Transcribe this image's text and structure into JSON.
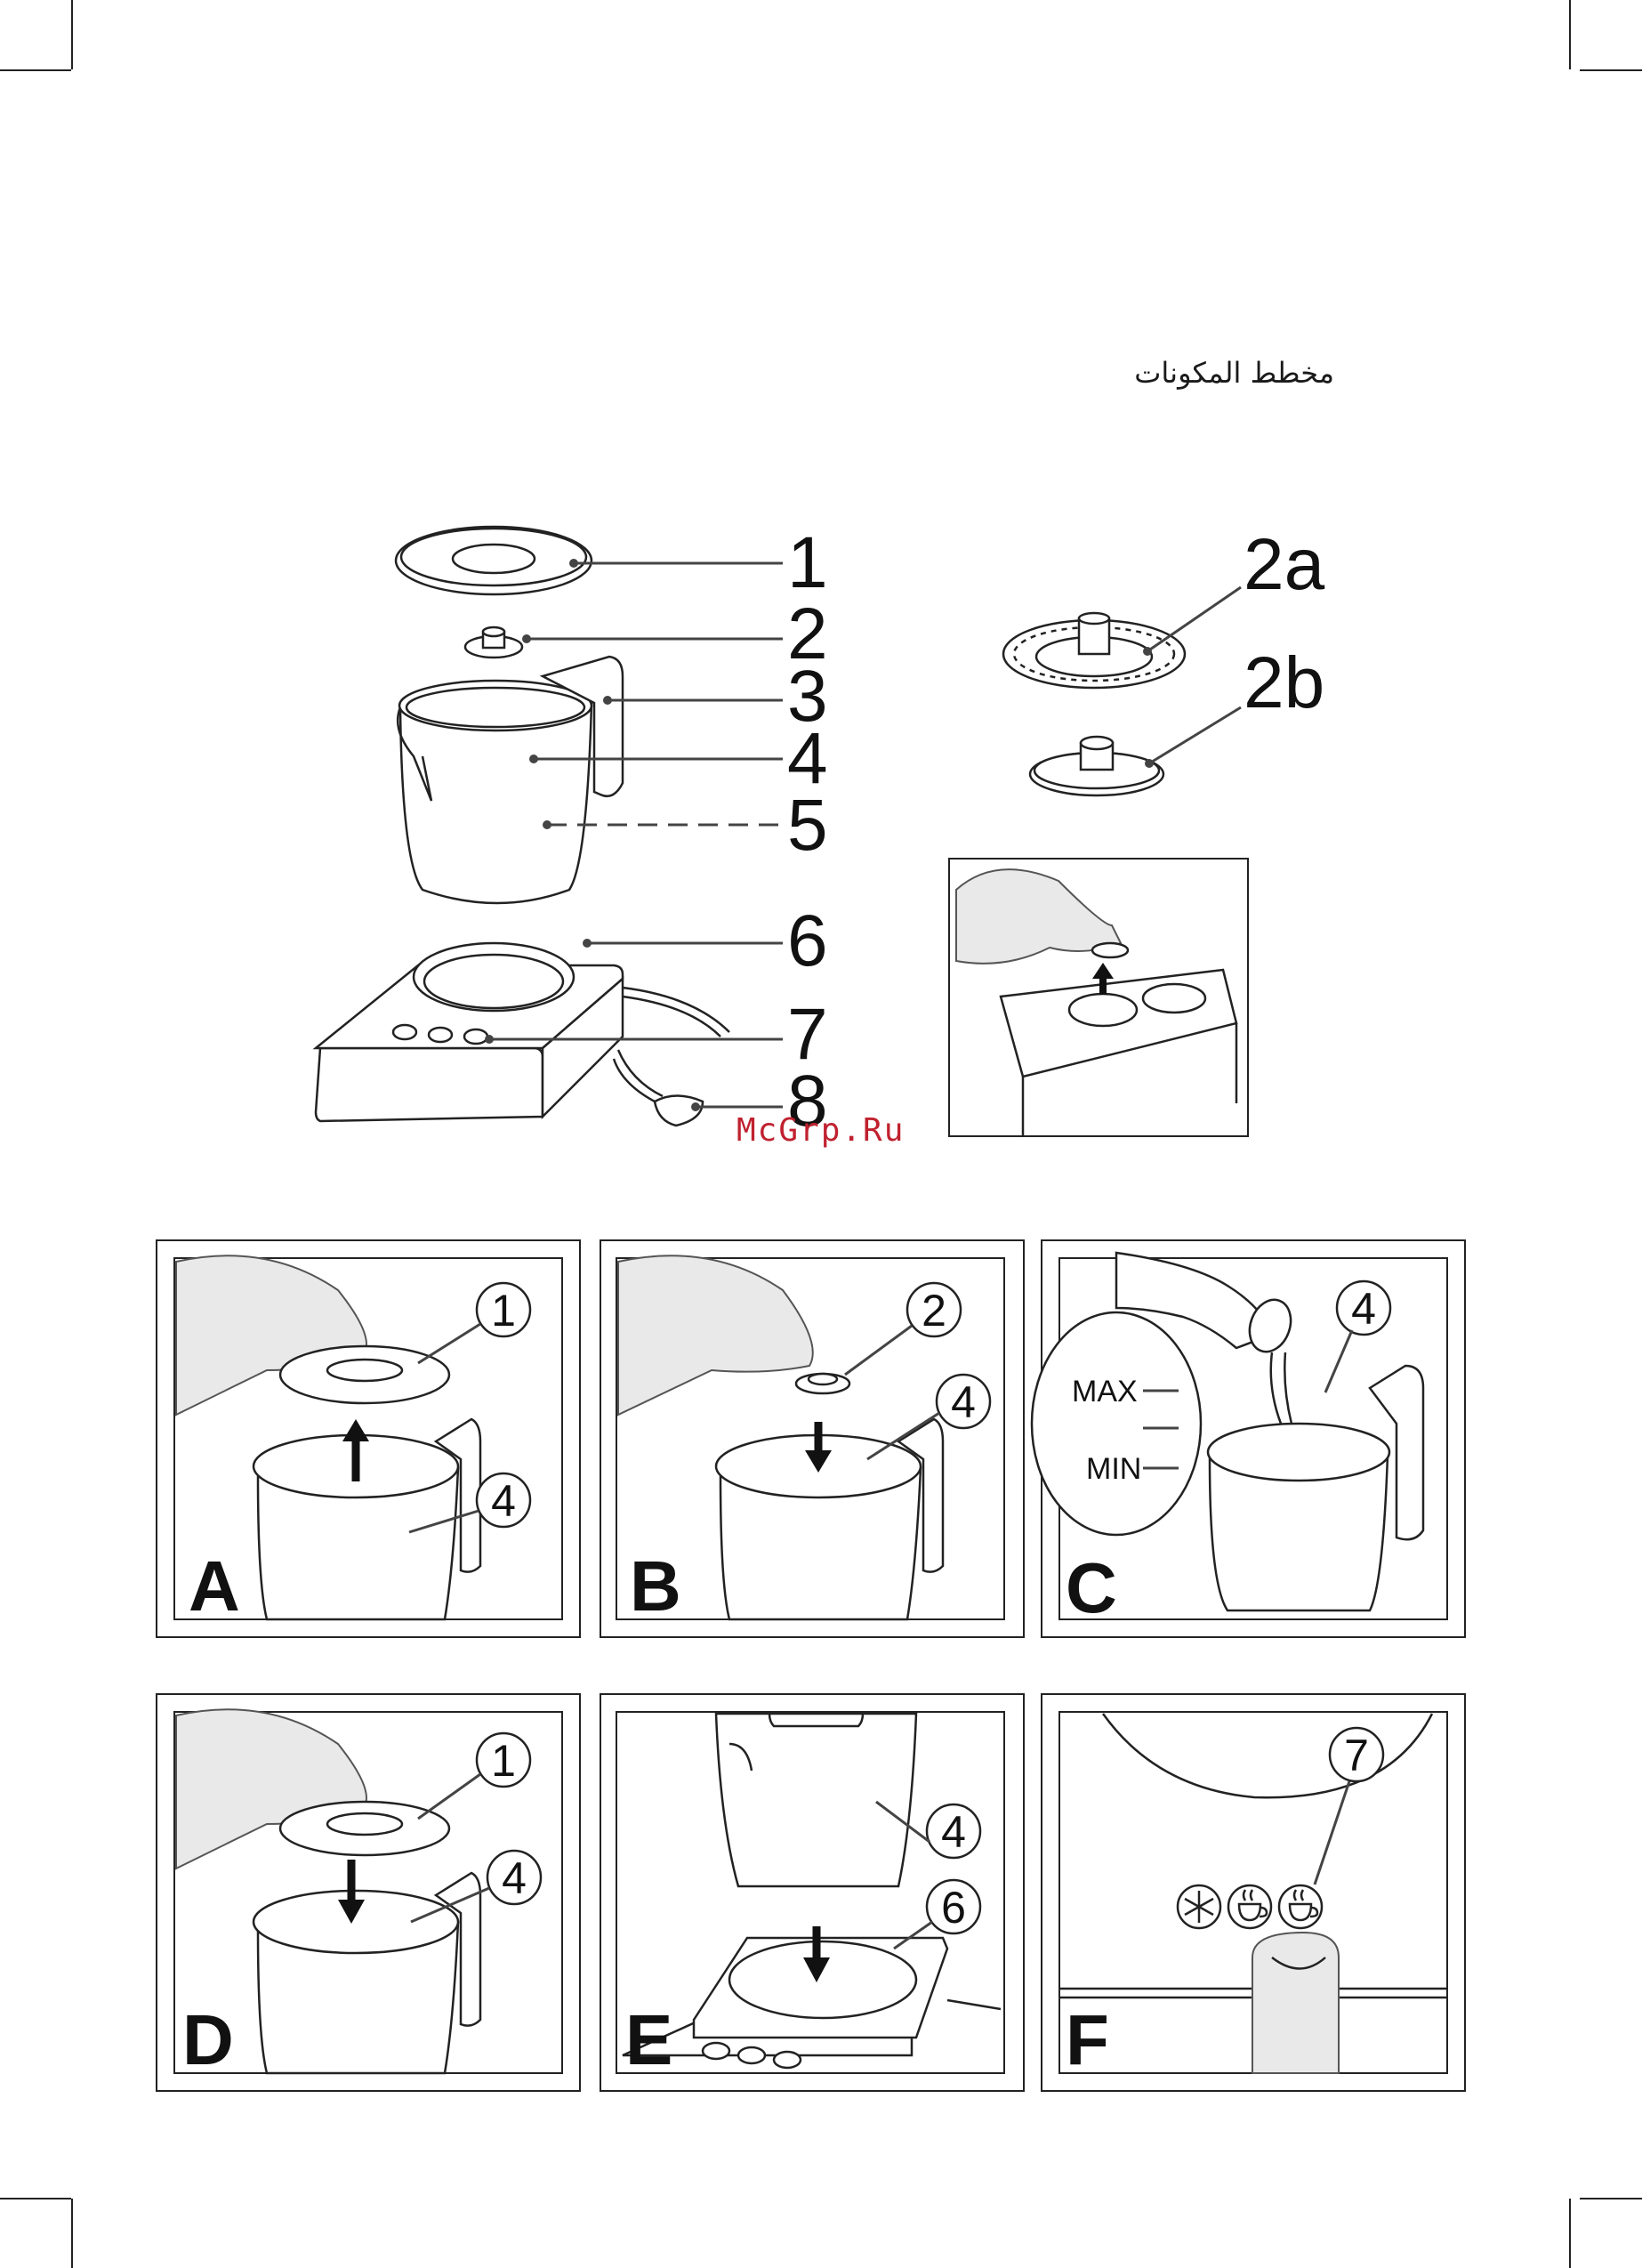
{
  "page_title": "مخطط المكونات",
  "watermark": "McGrp.Ru",
  "component_labels": [
    "1",
    "2",
    "3",
    "4",
    "5",
    "6",
    "7",
    "8"
  ],
  "whisk_labels": [
    "2a",
    "2b"
  ],
  "panels": [
    {
      "letter": "A",
      "callouts": [
        "1",
        "4"
      ]
    },
    {
      "letter": "B",
      "callouts": [
        "2",
        "4"
      ]
    },
    {
      "letter": "C",
      "callouts": [
        "4"
      ],
      "levels": [
        "MAX",
        "MIN"
      ]
    },
    {
      "letter": "D",
      "callouts": [
        "1",
        "4"
      ]
    },
    {
      "letter": "E",
      "callouts": [
        "4",
        "6"
      ]
    },
    {
      "letter": "F",
      "callouts": [
        "7"
      ]
    }
  ]
}
